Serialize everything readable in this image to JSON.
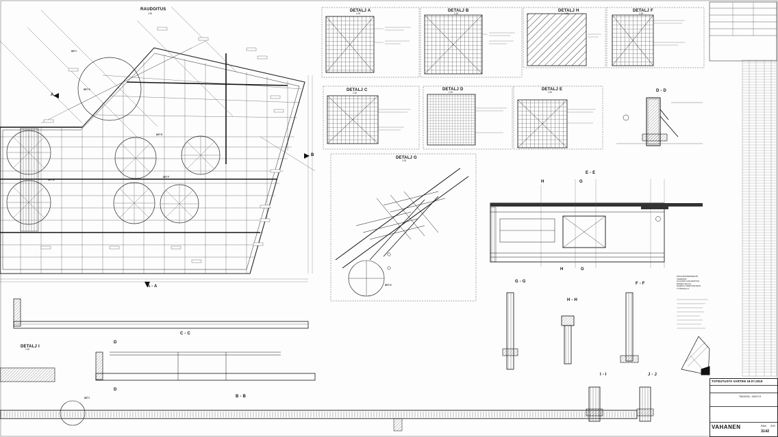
{
  "views": {
    "rauditus": {
      "title": "RAUDOITUS",
      "scale": "1:50"
    },
    "detail_a": {
      "title": "DETALJ A",
      "scale": "1:20"
    },
    "detail_b": {
      "title": "DETALJ B",
      "scale": "1:20"
    },
    "detail_h": {
      "title": "DETALJ H",
      "scale": "1:20"
    },
    "detail_f": {
      "title": "DETALJ F",
      "scale": "1:20"
    },
    "detail_c": {
      "title": "DETALJ C",
      "scale": "1:20"
    },
    "detail_d": {
      "title": "DETALJ D",
      "scale": "1:20"
    },
    "detail_e": {
      "title": "DETALJ E",
      "scale": "1:20"
    },
    "detail_g": {
      "title": "DETALJ G",
      "scale": "1:20"
    },
    "detail_i": {
      "title": "DETALJ I",
      "scale": "1:20"
    },
    "section_aa": {
      "title": "A - A"
    },
    "section_bb": {
      "title": "B - B"
    },
    "section_cc": {
      "title": "C - C"
    },
    "section_dd": {
      "title": "D - D"
    },
    "section_ee": {
      "title": "E - E"
    },
    "section_ff": {
      "title": "F - F"
    },
    "section_gg": {
      "title": "G - G"
    },
    "section_hh": {
      "title": "H - H"
    },
    "section_ii": {
      "title": "I - I"
    },
    "section_jj": {
      "title": "J - J"
    }
  },
  "marks": {
    "det_i": "DET I",
    "det_g": "DET G",
    "det_b": "DET B",
    "det_f": "DET F",
    "det_e": "DET E",
    "det_h": "DET H",
    "a": "A",
    "b": "B",
    "c": "C",
    "d": "D",
    "h": "H",
    "g": "G"
  },
  "notes": {
    "line1": "PIKALÄPIVIENNEISTÄ TEHDÄÄN",
    "line2": "ULKAISTU RAUDOITUS ENNEN VALUA",
    "line3": "SIJAINTI TARKISTETAAN TYÖMAALLA"
  },
  "title_block": {
    "status": "TOTEUTUSTA VARTEN 18.07.2019",
    "project": "TAKAOSA - KAIVO 8",
    "logo": "VAHANEN",
    "rak_label": "RAK",
    "sheet_no": "200",
    "drawing_no": "3142"
  }
}
